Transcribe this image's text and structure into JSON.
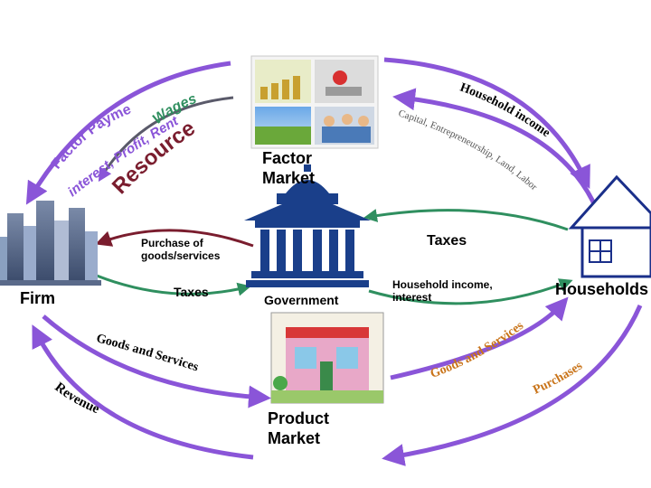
{
  "labels": {
    "factor_market": "Factor\nMarket",
    "product_market": "Product\nMarket",
    "firm": "Firm",
    "households": "Households",
    "government": "Government",
    "purchase": "Purchase of\ngoods/services",
    "taxes_left": "Taxes",
    "taxes_right": "Taxes",
    "household_income": "Household income,\ninterest"
  },
  "arc_text": {
    "factor_payments": "Factor Payments",
    "wages": "Wages",
    "rent_profit_interest": "interest, Profit, Rent,",
    "resources": "Resources",
    "household_income_top": "Household income",
    "capital": "Capital, Entrepreneurship, Land, Labor",
    "goods_services_left": "Goods and Services",
    "revenue": "Revenue",
    "goods_services_right": "Goods and Services",
    "purchases": "Purchases"
  },
  "colors": {
    "purple_arrow": "#8a55d8",
    "green_arrow": "#2f8f5f",
    "maroon_arrow": "#7a1d2e",
    "government_blue": "#1a3f8a",
    "house_blue": "#1a2f8a",
    "grey_text": "#555555",
    "orange_text": "#c9741a"
  },
  "icons": [
    "city-skyline-icon",
    "house-icon",
    "government-building-icon",
    "factor-photo-collage",
    "store-clipart-icon"
  ]
}
